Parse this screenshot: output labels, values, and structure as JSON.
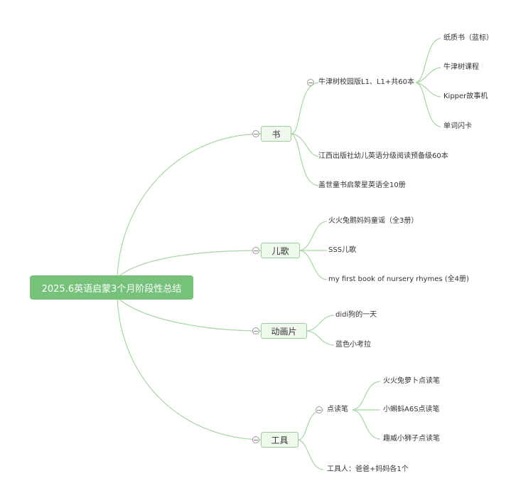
{
  "root": {
    "title": "2025.6英语启蒙3个月阶段性总结"
  },
  "branches": {
    "books": {
      "label": "书",
      "items": {
        "oxford": {
          "label": "牛津树校园版L1、L1+共60本",
          "children": [
            "纸质书（蓝标）",
            "牛津树课程",
            "Kipper故事机",
            "单词闪卡"
          ]
        },
        "jiangxi": "江西出版社幼儿英语分级阅读预备级60本",
        "gaishi": "盖世童书启蒙星英语全10册"
      }
    },
    "songs": {
      "label": "儿歌",
      "items": [
        "火火兔鹅妈妈童谣（全3册）",
        "SSS儿歌",
        "my first book of nursery rhymes (全4册)"
      ]
    },
    "cartoons": {
      "label": "动画片",
      "items": [
        "didi狗的一天",
        "蓝色小考拉"
      ]
    },
    "tools": {
      "label": "工具",
      "items": {
        "pens": {
          "label": "点读笔",
          "children": [
            "火火兔萝卜点读笔",
            "小蝌蚪A6S点读笔",
            "趣威小狮子点读笔"
          ]
        },
        "people": "工具人：爸爸+妈妈各1个"
      }
    }
  },
  "colors": {
    "root_fill": "#76c27b",
    "branch_fill": "#eef8ec",
    "branch_border": "#9ccf98",
    "link": "#a7d6a3"
  }
}
